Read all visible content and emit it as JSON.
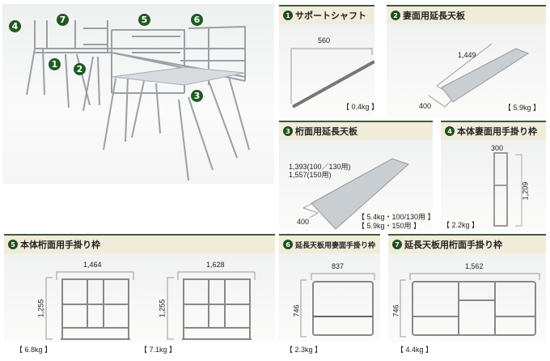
{
  "photo": {
    "markers": [
      "1",
      "2",
      "3",
      "4",
      "5",
      "6",
      "7"
    ]
  },
  "parts": [
    {
      "num": "1",
      "title": "サポートシャフト",
      "dims": [
        "560"
      ],
      "weight": "【 0.4kg 】"
    },
    {
      "num": "2",
      "title": "妻面用延長天板",
      "dims": [
        "1,449",
        "400"
      ],
      "weight": "【 5.9kg 】"
    },
    {
      "num": "3",
      "title": "桁面用延長天板",
      "dims": [
        "1,393(100／130用)",
        "1,557(150用)",
        "400"
      ],
      "weight": [
        "【 5.4kg・100/130用 】",
        "【 5.9kg・150用 】"
      ]
    },
    {
      "num": "4",
      "title": "本体妻面用手掛り枠",
      "dims": [
        "300",
        "1,209"
      ],
      "weight": "【 2.2kg 】"
    },
    {
      "num": "5",
      "title": "本体桁面用手掛り枠",
      "variants": [
        {
          "width": "1,464",
          "height": "1,255",
          "weight": "【 6.8kg 】"
        },
        {
          "width": "1,628",
          "height": "1,255",
          "weight": "【 7.1kg 】"
        }
      ]
    },
    {
      "num": "6",
      "title": "延長天板用妻面手掛り枠",
      "dims": [
        "837",
        "746"
      ],
      "weight": "【 2.3kg 】"
    },
    {
      "num": "7",
      "title": "延長天板用桁面手掛り枠",
      "dims": [
        "1,562",
        "746"
      ],
      "weight": "【 4.4kg 】"
    }
  ]
}
